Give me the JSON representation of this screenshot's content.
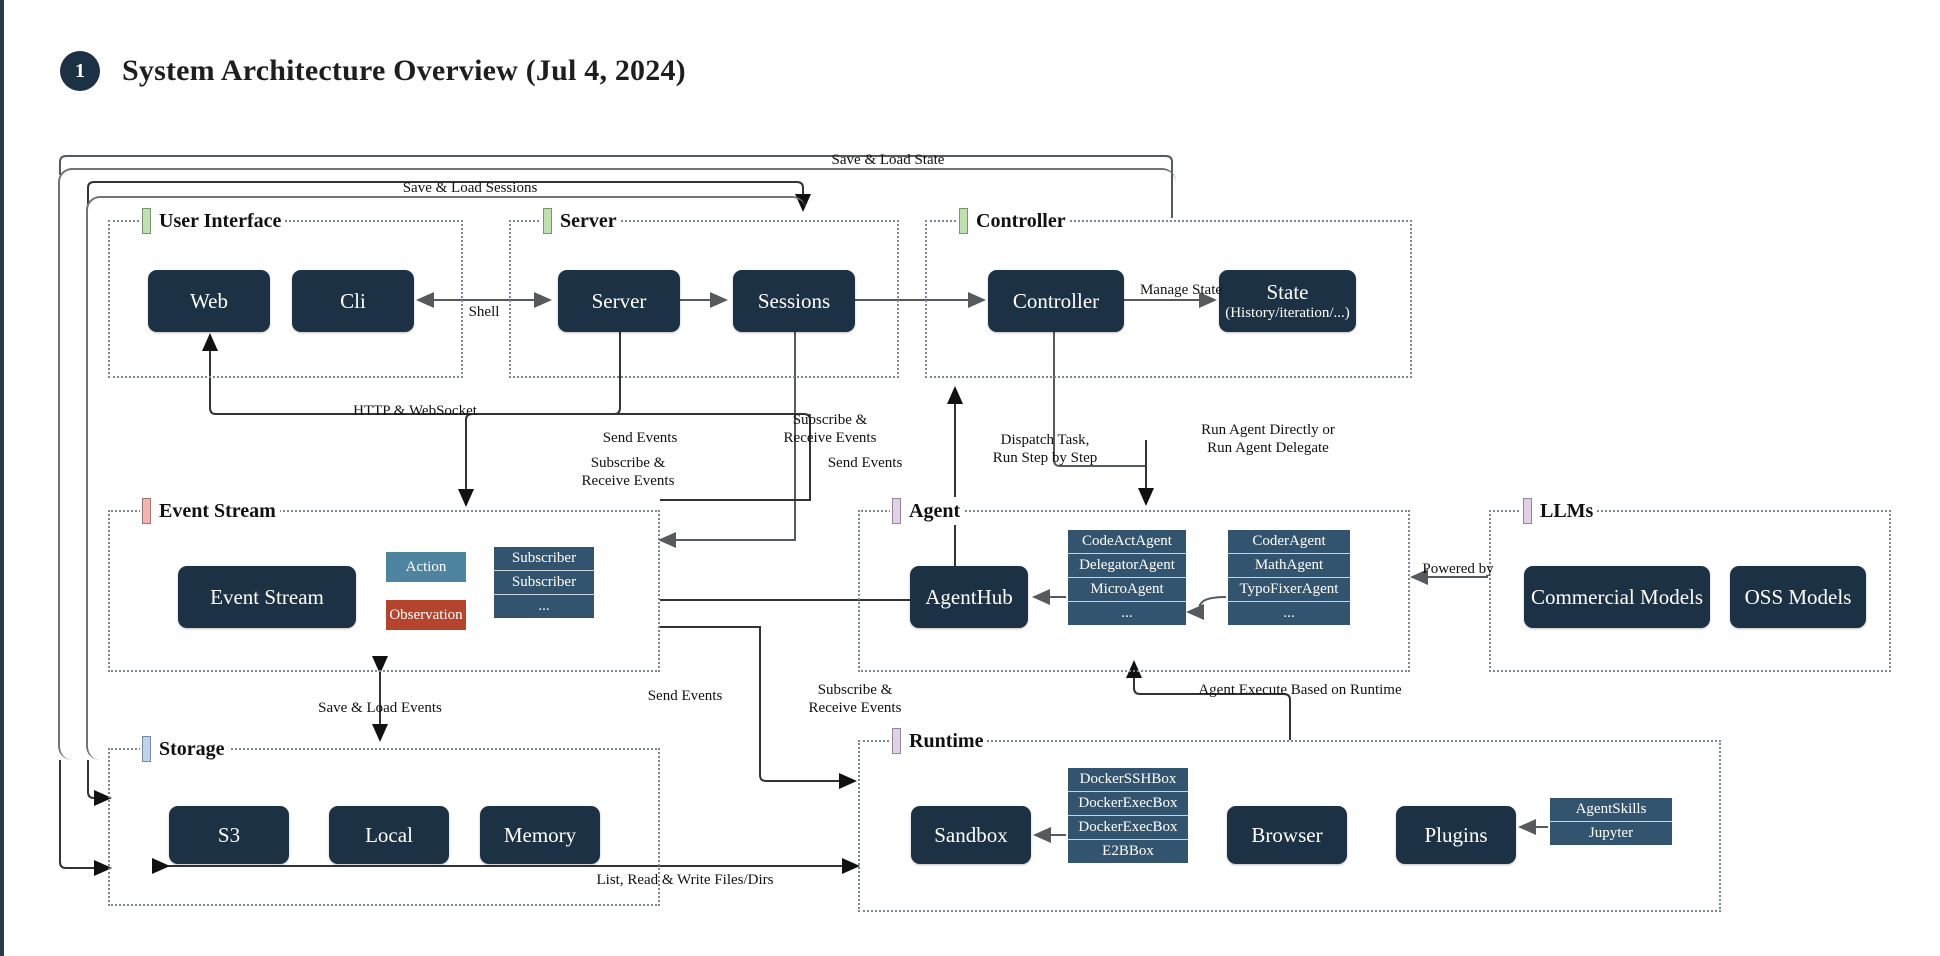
{
  "header": {
    "step_number": "1",
    "title": "System Architecture Overview (Jul 4, 2024)"
  },
  "groups": {
    "user_interface": {
      "label": "User Interface",
      "bar_color": "#bfe0b0"
    },
    "server": {
      "label": "Server",
      "bar_color": "#bfe0b0"
    },
    "controller": {
      "label": "Controller",
      "bar_color": "#bfe0b0"
    },
    "event_stream": {
      "label": "Event Stream",
      "bar_color": "#f3b3b0"
    },
    "agent": {
      "label": "Agent",
      "bar_color": "#e2cfe8"
    },
    "llms": {
      "label": "LLMs",
      "bar_color": "#e2cfe8"
    },
    "storage": {
      "label": "Storage",
      "bar_color": "#bed4ee"
    },
    "runtime": {
      "label": "Runtime",
      "bar_color": "#e2cfe8"
    }
  },
  "nodes": {
    "web": {
      "label": "Web"
    },
    "cli": {
      "label": "Cli"
    },
    "server": {
      "label": "Server"
    },
    "sessions": {
      "label": "Sessions"
    },
    "controller": {
      "label": "Controller"
    },
    "state": {
      "label": "State",
      "sublabel": "(History/iteration/...)"
    },
    "event_stream": {
      "label": "Event Stream"
    },
    "agent_hub": {
      "label": "AgentHub"
    },
    "commercial_models": {
      "label": "Commercial Models"
    },
    "oss_models": {
      "label": "OSS Models"
    },
    "s3": {
      "label": "S3"
    },
    "local": {
      "label": "Local"
    },
    "memory": {
      "label": "Memory"
    },
    "sandbox": {
      "label": "Sandbox"
    },
    "browser": {
      "label": "Browser"
    },
    "plugins": {
      "label": "Plugins"
    }
  },
  "tags": {
    "action": {
      "label": "Action",
      "color": "#4e84a0"
    },
    "observation": {
      "label": "Observation",
      "color": "#b5442e"
    }
  },
  "stacks": {
    "subscribers": {
      "items": [
        "Subscriber",
        "Subscriber",
        "..."
      ]
    },
    "agents_left": {
      "items": [
        "CodeActAgent",
        "DelegatorAgent",
        "MicroAgent",
        "..."
      ]
    },
    "agents_right": {
      "items": [
        "CoderAgent",
        "MathAgent",
        "TypoFixerAgent",
        "..."
      ]
    },
    "sandboxes": {
      "items": [
        "DockerSSHBox",
        "DockerExecBox",
        "DockerExecBox",
        "E2BBox"
      ]
    },
    "plugin_items": {
      "items": [
        "AgentSkills",
        "Jupyter"
      ]
    }
  },
  "edge_labels": {
    "save_load_sessions": "Save & Load Sessions",
    "save_load_state": "Save & Load State",
    "shell": "Shell",
    "manage_state": "Manage State",
    "http_websocket": "HTTP & WebSocket",
    "send_events_1": "Send Events",
    "subscribe_receive_1": "Subscribe &\nReceive Events",
    "subscribe_receive_2": "Subscribe &\nReceive Events",
    "send_events_2": "Send Events",
    "dispatch_task": "Dispatch Task,\nRun Step by Step",
    "run_agent": "Run Agent Directly or\nRun Agent Delegate",
    "powered_by": "Powered by",
    "save_load_events": "Save & Load Events",
    "send_events_3": "Send Events",
    "subscribe_receive_3": "Subscribe &\nReceive Events",
    "agent_execute": "Agent Execute Based on Runtime",
    "list_read_write": "List, Read & Write Files/Dirs"
  },
  "colors": {
    "node_fill": "#1d3145",
    "stack_fill": "#33546f",
    "group_border": "#7b8794",
    "edge": "#555a5f"
  }
}
